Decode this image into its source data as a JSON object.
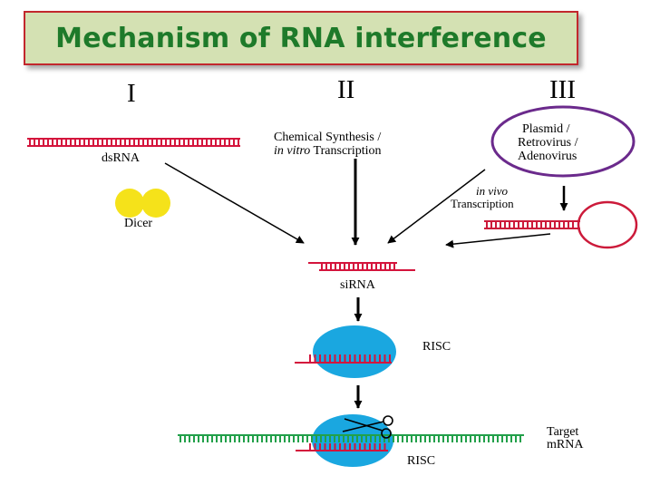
{
  "title": "Mechanism of RNA interference",
  "pathways": [
    "I",
    "II",
    "III"
  ],
  "labels": {
    "dsrna": "dsRNA",
    "dicer": "Dicer",
    "synthesis_line1": "Chemical Synthesis /",
    "synthesis_line2_italic": "in vitro",
    "synthesis_line2_rest": " Transcription",
    "plasmid_line1": "Plasmid /",
    "plasmid_line2": "Retrovirus /",
    "plasmid_line3": "Adenovirus",
    "invivo_italic": "in vivo",
    "invivo_rest": "Transcription",
    "sirna": "siRNA",
    "risc1": "RISC",
    "target_line1": "Target",
    "target_line2": "mRNA",
    "risc2": "RISC"
  },
  "colors": {
    "title_bg": "#d4e1b3",
    "title_border": "#c2272d",
    "title_text": "#1e7a2a",
    "rna_red": "#d4143c",
    "dicer_yellow": "#f5e21a",
    "plasmid_purple": "#6b2a8c",
    "risc_blue": "#1aa7e0",
    "mrna_green": "#22a04a",
    "hairpin_red": "#cc1a3a"
  },
  "icons": [
    "scissors-icon"
  ]
}
